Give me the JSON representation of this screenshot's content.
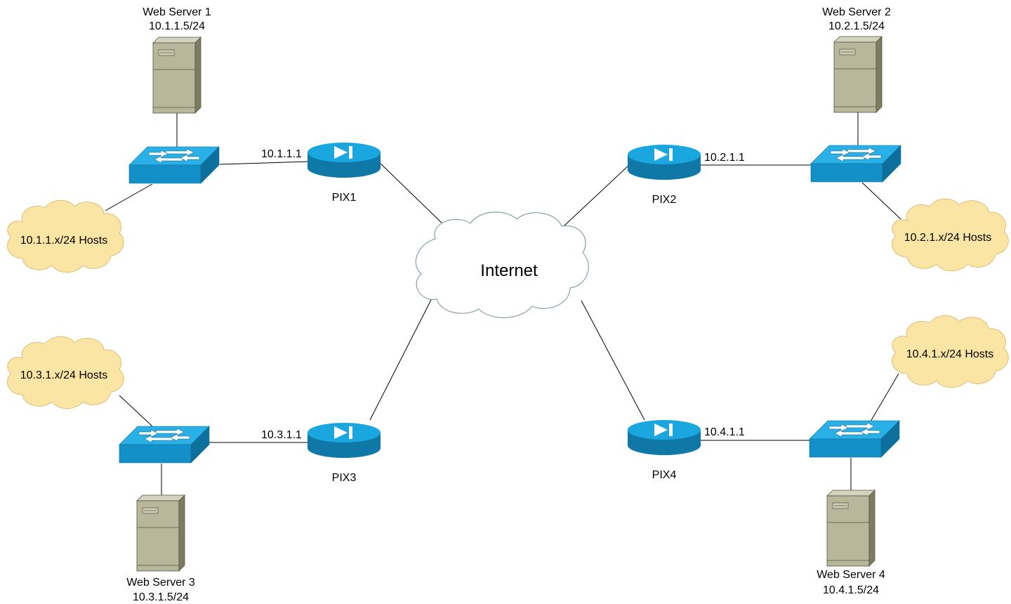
{
  "internet": {
    "label": "Internet"
  },
  "pix": [
    {
      "label": "PIX1",
      "ip": "10.1.1.1"
    },
    {
      "label": "PIX2",
      "ip": "10.2.1.1"
    },
    {
      "label": "PIX3",
      "ip": "10.3.1.1"
    },
    {
      "label": "PIX4",
      "ip": "10.4.1.1"
    }
  ],
  "servers": [
    {
      "name": "Web Server 1",
      "ip": "10.1.1.5/24"
    },
    {
      "name": "Web Server 2",
      "ip": "10.2.1.5/24"
    },
    {
      "name": "Web Server 3",
      "ip": "10.3.1.5/24"
    },
    {
      "name": "Web Server 4",
      "ip": "10.4.1.5/24"
    }
  ],
  "hosts": [
    {
      "label": "10.1.1.x/24 Hosts"
    },
    {
      "label": "10.2.1.x/24 Hosts"
    },
    {
      "label": "10.3.1.x/24 Hosts"
    },
    {
      "label": "10.4.1.x/24 Hosts"
    }
  ],
  "colors": {
    "router": "#1aa7e0",
    "router_dark": "#0f78a6",
    "switch_top": "#29b0e6",
    "switch_front": "#1390c8",
    "switch_side": "#0c6f9c",
    "server_front": "#b8b79c",
    "server_side": "#7d7c63",
    "server_top": "#d4d3bd",
    "cloud_fill": "#fbe5a4",
    "cloud_stroke": "#d9c07a",
    "internet_stroke": "#8aa0a8"
  }
}
